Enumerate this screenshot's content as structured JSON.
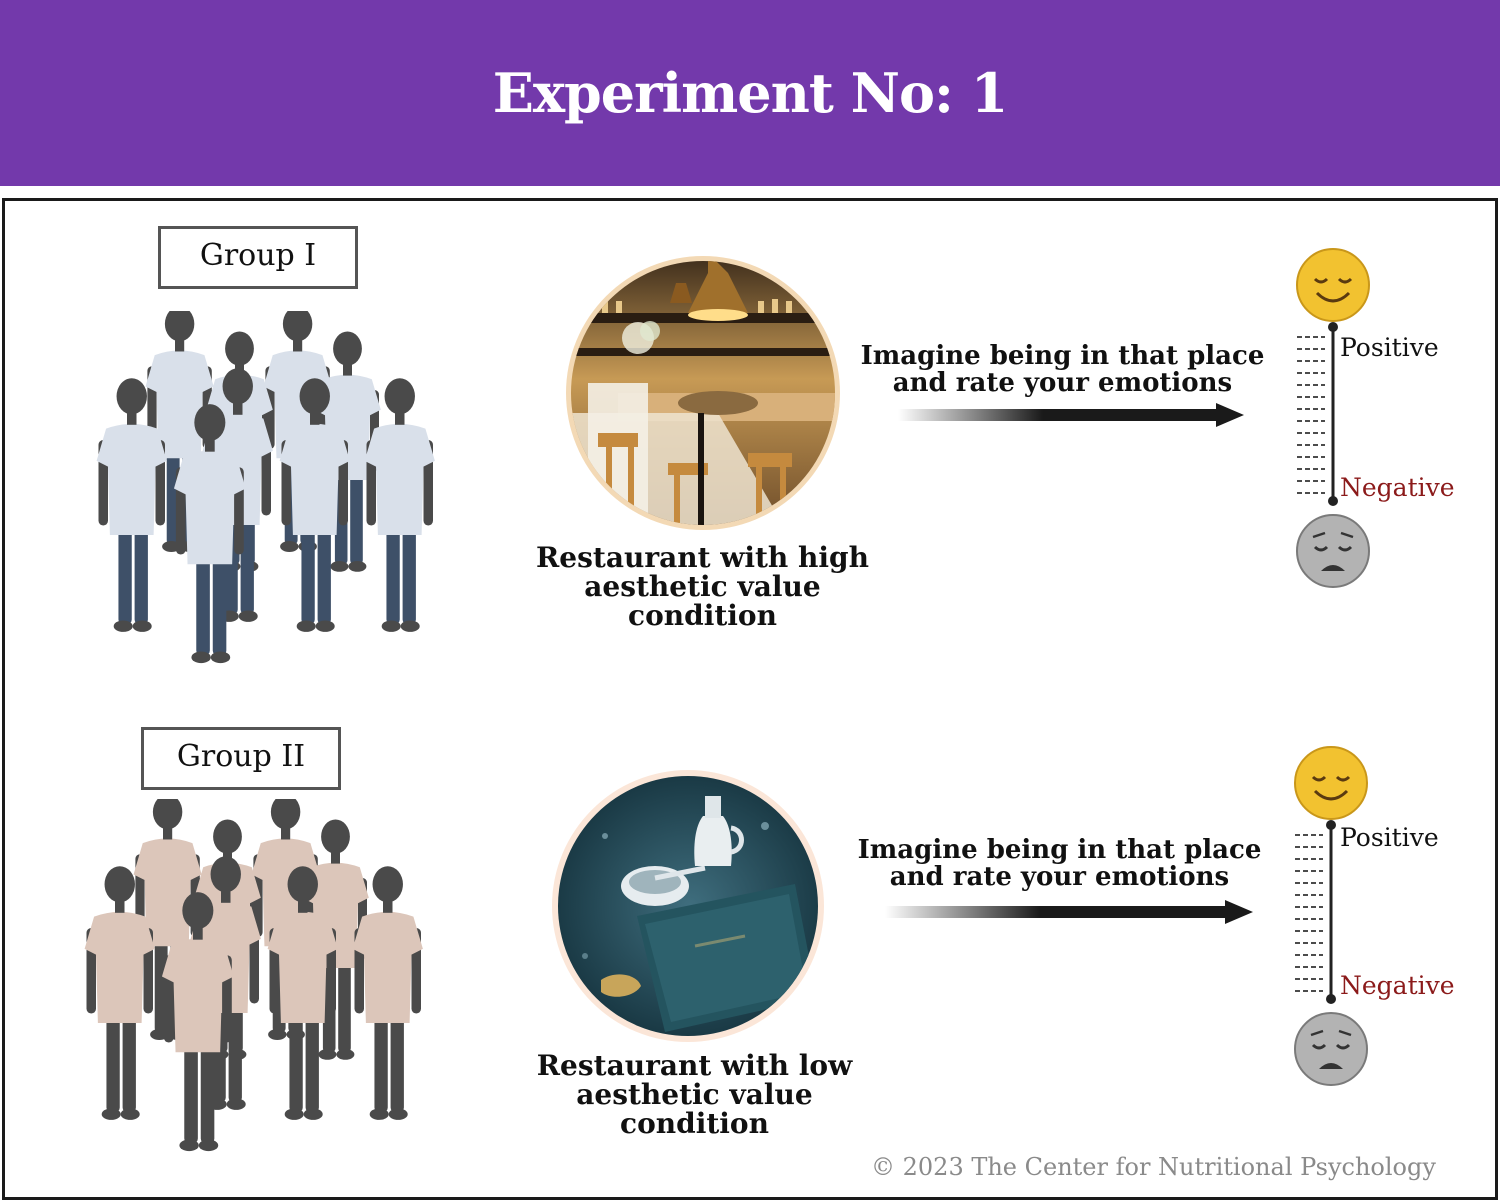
{
  "title": "Experiment No: 1",
  "groups": [
    {
      "label": "Group I",
      "shirt_color": "#d9e0ea",
      "pants_color": "#3e5068",
      "caption_lines": [
        "Restaurant with high",
        "aesthetic value",
        "condition"
      ],
      "instruction_lines": [
        "Imagine being in that place",
        "and rate your emotions"
      ],
      "scale": {
        "positive": "Positive",
        "negative": "Negative"
      }
    },
    {
      "label": "Group II",
      "shirt_color": "#dcc6ba",
      "pants_color": "#4a4a4a",
      "caption_lines": [
        "Restaurant with low",
        "aesthetic value",
        "condition"
      ],
      "instruction_lines": [
        "Imagine being in that place",
        "and rate your emotions"
      ],
      "scale": {
        "positive": "Positive",
        "negative": "Negative"
      }
    }
  ],
  "copyright": "© 2023 The Center for Nutritional Psychology",
  "colors": {
    "banner": "#7339ab",
    "happy_face": "#f2c230",
    "sad_face": "#b3b3b3",
    "negative_text": "#8b1a1a"
  }
}
